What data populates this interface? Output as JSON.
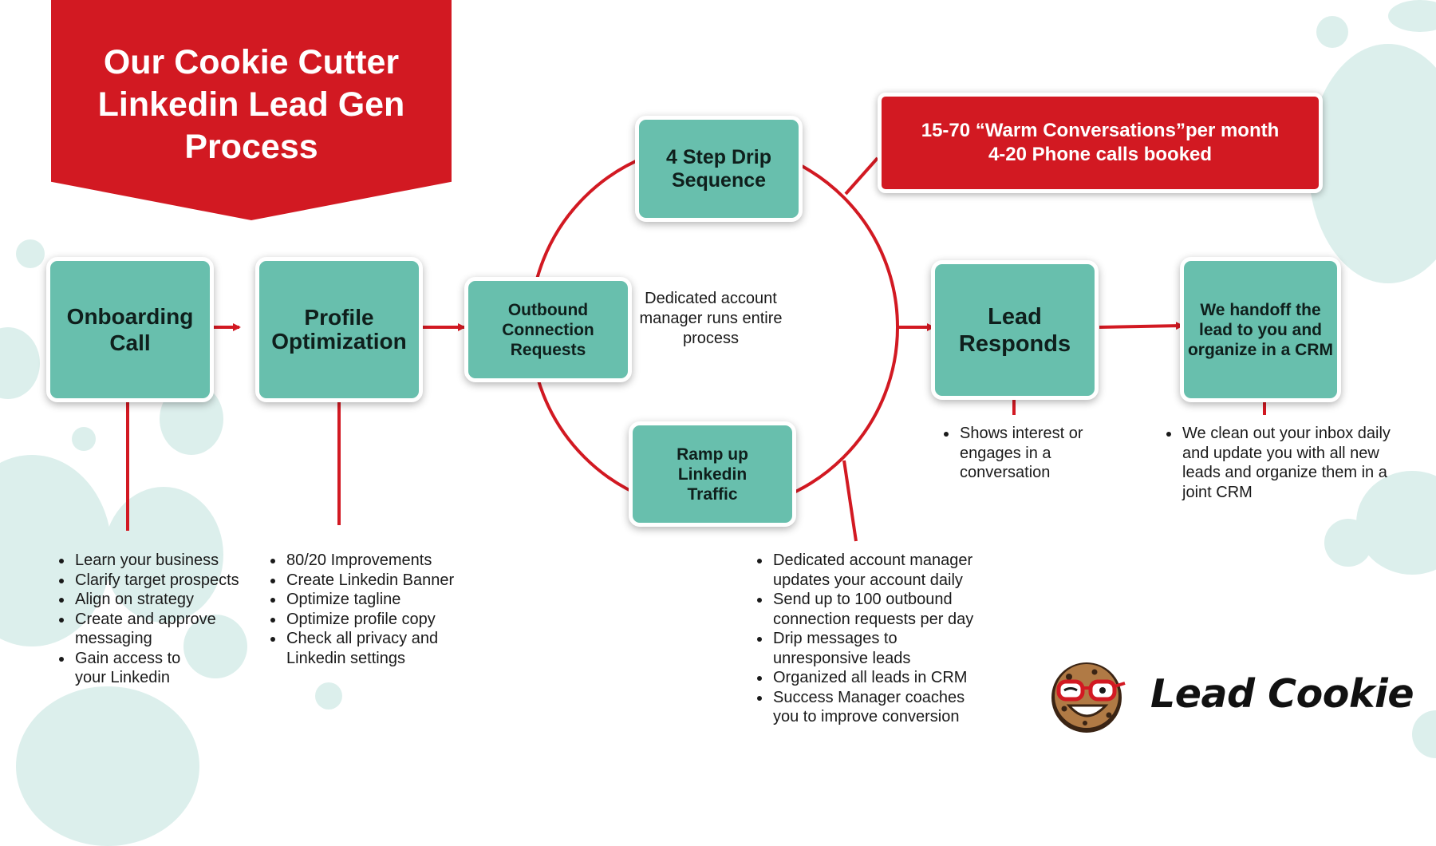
{
  "title": "Our Cookie Cutter Linkedin Lead Gen Process",
  "stats": {
    "line1": "15-70 “Warm Conversations”per month",
    "line2": "4-20 Phone calls booked"
  },
  "steps": {
    "onboarding": "Onboarding Call",
    "profile": "Profile Optimization",
    "outbound": "Outbound Connection Requests",
    "drip": "4 Step Drip Sequence",
    "ramp": "Ramp up Linkedin Traffic",
    "lead_responds": "Lead Responds",
    "handoff": "We handoff the lead to you and organize in a CRM"
  },
  "center_note": "Dedicated account manager runs entire process",
  "onboarding_bullets": [
    "Learn your business",
    "Clarify target prospects",
    "Align on strategy",
    "Create and approve messaging",
    "Gain access to your Linkedin"
  ],
  "profile_bullets": [
    "80/20 Improvements",
    "Create Linkedin Banner",
    "Optimize tagline",
    "Optimize profile copy",
    "Check all privacy and Linkedin settings"
  ],
  "account_bullets": [
    "Dedicated account manager updates your account daily",
    "Send up to 100 outbound connection requests per day",
    "Drip messages to unresponsive leads",
    "Organized all leads in CRM",
    "Success Manager coaches you to improve conversion"
  ],
  "lead_bullets": [
    "Shows interest or engages in a conversation"
  ],
  "handoff_bullets": [
    "We clean out your inbox daily and update you with all new leads and organize them in a joint CRM"
  ],
  "brand": {
    "name": "Lead Cookie"
  },
  "colors": {
    "accent_red": "#d21922",
    "teal": "#68bfad",
    "blob": "#dcefec"
  }
}
